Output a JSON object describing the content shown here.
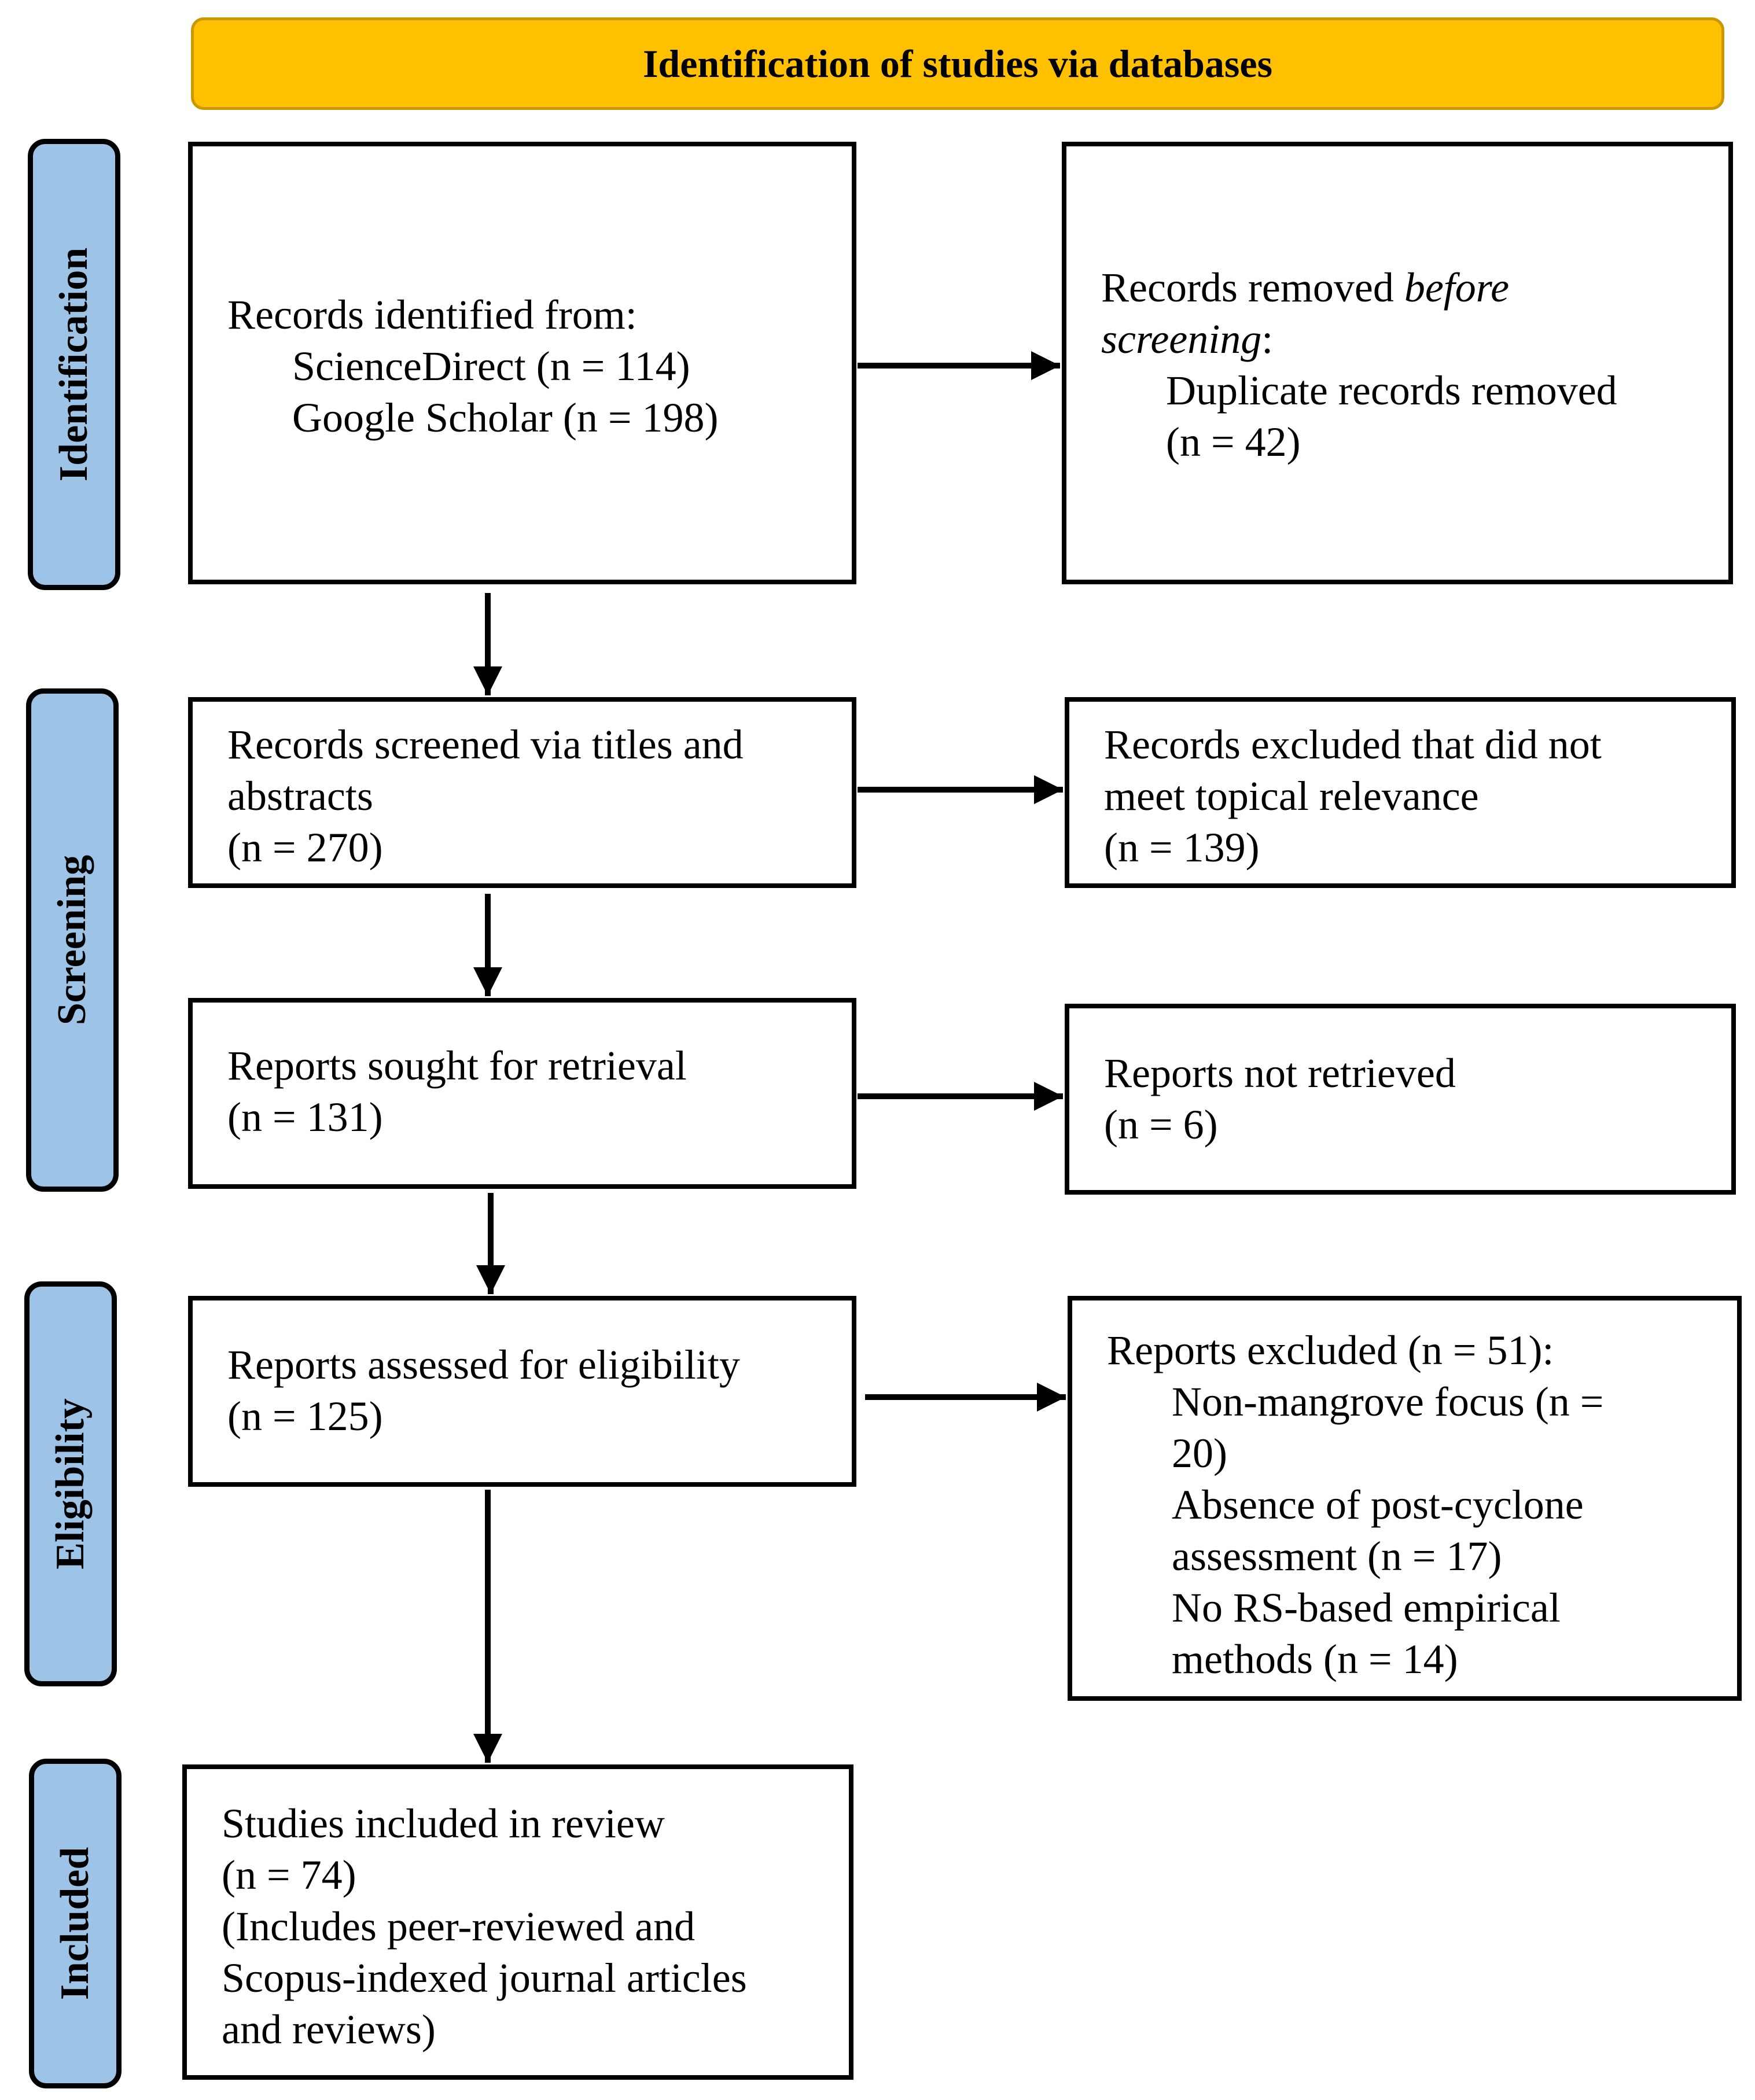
{
  "header": {
    "title": "Identification of studies via databases"
  },
  "phases": {
    "identification": "Identification",
    "screening": "Screening",
    "eligibility": "Eligibility",
    "included": "Included"
  },
  "boxes": {
    "records_identified": {
      "line1": "Records identified from:",
      "line2": "ScienceDirect (n = 114)",
      "line3": "Google Scholar (n = 198)"
    },
    "records_removed": {
      "line1_a": "Records removed ",
      "line1_b": "before",
      "line2_a": "screening",
      "line2_b": ":",
      "line3": "Duplicate records removed",
      "line4": "(n = 42)"
    },
    "records_screened": {
      "line1": "Records screened via titles and",
      "line2": "abstracts",
      "line3": "(n = 270)"
    },
    "records_excluded": {
      "line1": "Records excluded that did not",
      "line2": "meet topical relevance",
      "line3": "(n = 139)"
    },
    "reports_sought": {
      "line1": "Reports sought for retrieval",
      "line2": "(n = 131)"
    },
    "reports_not_retrieved": {
      "line1": "Reports not retrieved",
      "line2": "(n = 6)"
    },
    "reports_assessed": {
      "line1": "Reports assessed for eligibility",
      "line2": "(n = 125)"
    },
    "reports_excluded": {
      "line1": "Reports excluded (n = 51):",
      "line2": "Non-mangrove focus (n =",
      "line3": "20)",
      "line4": "Absence of post-cyclone",
      "line5": "assessment (n = 17)",
      "line6": "No RS-based empirical",
      "line7": "methods (n = 14)"
    },
    "studies_included": {
      "line1": "Studies included in review",
      "line2": "(n = 74)",
      "line3": "(Includes peer-reviewed and",
      "line4": "Scopus-indexed journal articles",
      "line5": "and reviews)"
    }
  }
}
